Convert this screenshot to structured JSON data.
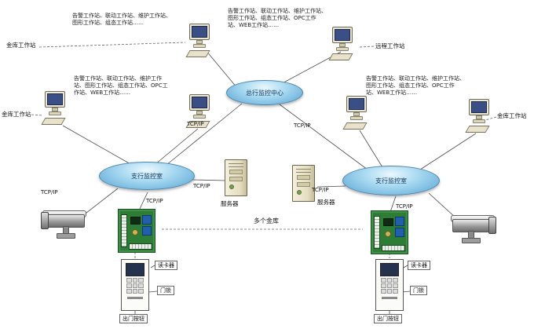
{
  "hubs": {
    "top": "总行监控中心",
    "left": "支行监控室",
    "right": "支行监控室"
  },
  "servers": {
    "left": "服务器",
    "right": "服务器"
  },
  "workstation_lists": {
    "top_left": "告警工作站、联动工作站、维护工作站、图形工作站、组态工作站……",
    "top_right": "告警工作站、联动工作站、维护工作站、图形工作站、组态工作站、OPC工作站、WEB工作站……",
    "left": "告警工作站、联动工作站、维护工作站、图形工作站、组态工作站、OPC工作站、WEB工作站……",
    "right": "告警工作站、联动工作站、维护工作站、图形工作站、组态工作站、OPC工作站、WEB工作站……"
  },
  "workstation_labels": {
    "top_left": "金库工作站",
    "top_right": "远程工作站",
    "left": "金库工作站",
    "right": "金库工作站"
  },
  "link_label": "TCP/IP",
  "vaults_label": "多个金库",
  "door_components": {
    "reader": "读卡器",
    "lock": "门锁",
    "exit_button": "出门按钮"
  },
  "colors": {
    "hub_fill": "#a6d8f0",
    "hub_edge": "#4f86ad",
    "board_green": "#2e7d36"
  }
}
